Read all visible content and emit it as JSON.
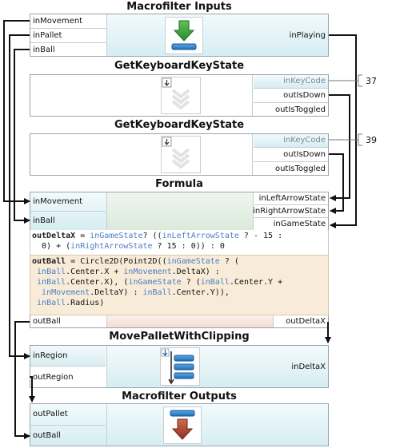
{
  "blocks": {
    "inputs": {
      "title": "Macrofilter Inputs",
      "outputs": [
        "inMovement",
        "inPallet",
        "inBall"
      ],
      "right_port": "inPlaying",
      "icon": "download-arrow-icon"
    },
    "key1": {
      "title": "GetKeyboardKeyState",
      "inputs": [
        "inKeyCode",
        "outIsDown",
        "outIsToggled"
      ],
      "value": "37"
    },
    "key2": {
      "title": "GetKeyboardKeyState",
      "inputs": [
        "inKeyCode",
        "outIsDown",
        "outIsToggled"
      ],
      "value": "39"
    },
    "formula": {
      "title": "Formula",
      "left_ports": [
        "inMovement",
        "inBall"
      ],
      "right_ports": [
        "inLeftArrowState",
        "inRightArrowState",
        "inGameState"
      ],
      "expr1": {
        "name": "outDeltaX",
        "parts": [
          [
            "kw",
            "outDeltaX"
          ],
          [
            " ",
            " = "
          ],
          [
            "v",
            "inGameState"
          ],
          [
            " ",
            "? (("
          ],
          [
            "v",
            "inLeftArrowState"
          ],
          [
            " ",
            " ? - 15 :\n  0) + ("
          ],
          [
            "v",
            "inRightArrowState"
          ],
          [
            " ",
            " ? 15 : 0)) : 0"
          ]
        ]
      },
      "expr2": {
        "parts": [
          [
            "kw",
            "outBall"
          ],
          [
            " ",
            " = Circle2D(Point2D(("
          ],
          [
            "v",
            "inGameState"
          ],
          [
            " ",
            " ? (\n "
          ],
          [
            "v",
            "inBall"
          ],
          [
            " ",
            ".Center.X + "
          ],
          [
            "v",
            "inMovement"
          ],
          [
            " ",
            ".DeltaX) :\n "
          ],
          [
            "v",
            "inBall"
          ],
          [
            " ",
            ".Center.X), ("
          ],
          [
            "v",
            "inGameState"
          ],
          [
            " ",
            " ? ("
          ],
          [
            "v",
            "inBall"
          ],
          [
            " ",
            ".Center.Y +\n  "
          ],
          [
            "v",
            "inMovement"
          ],
          [
            " ",
            ".DeltaY) : "
          ],
          [
            "v",
            "inBall"
          ],
          [
            " ",
            ".Center.Y)),\n "
          ],
          [
            "v",
            "inBall"
          ],
          [
            " ",
            ".Radius)"
          ]
        ]
      },
      "outputs": [
        "outBall",
        "outDeltaX"
      ]
    },
    "move": {
      "title": "MovePalletWithClipping",
      "left_ports": [
        "inRegion",
        "outRegion"
      ],
      "right_port": "inDeltaX"
    },
    "outputs": {
      "title": "Macrofilter Outputs",
      "left_ports": [
        "outPallet",
        "outBall"
      ]
    }
  },
  "colors": {
    "wire": "#111111",
    "port_text_grey": "#808890",
    "cyan_fill": "#d6edf2",
    "expr_fill": "#f8ecd9",
    "variable": "#4a7fc4"
  }
}
